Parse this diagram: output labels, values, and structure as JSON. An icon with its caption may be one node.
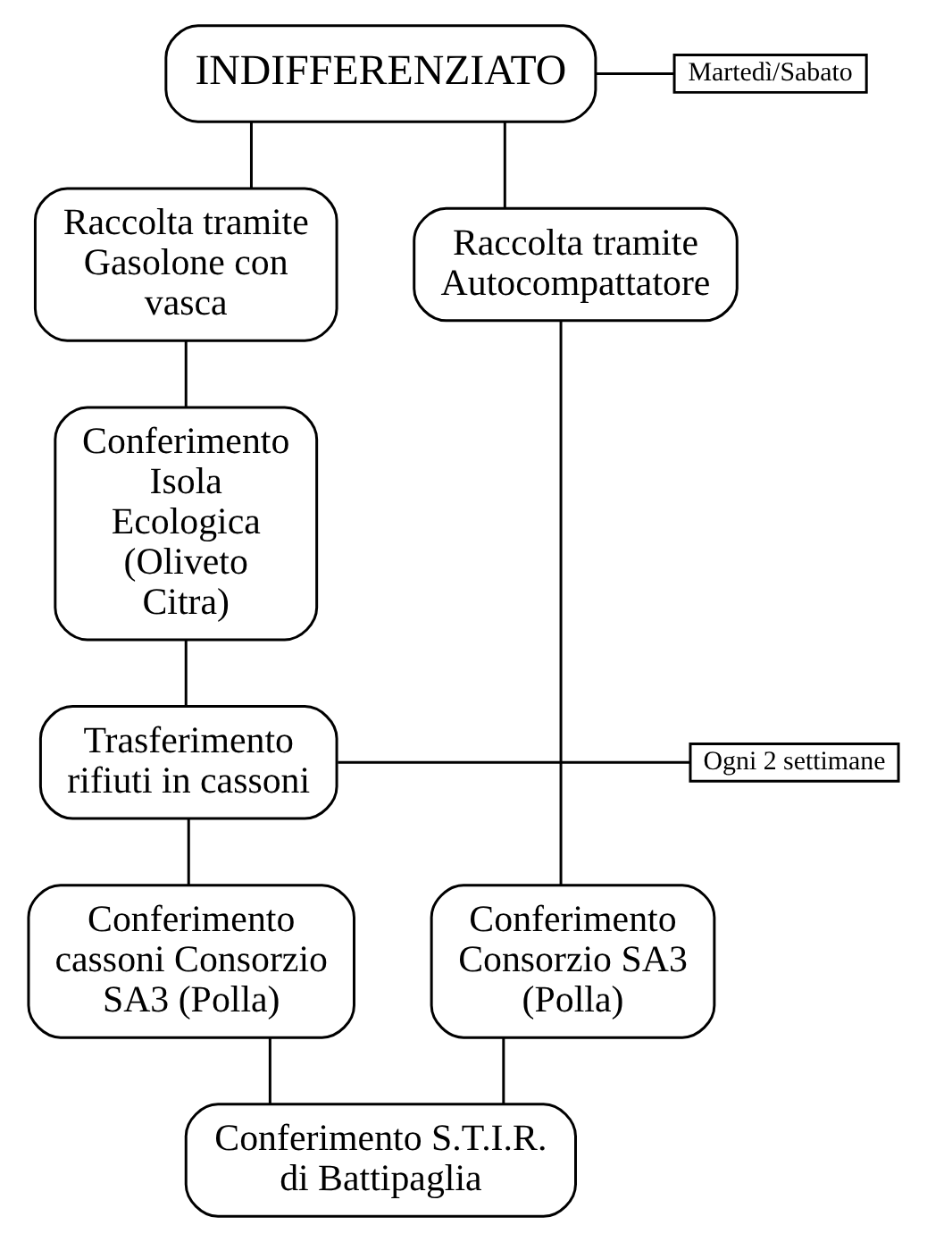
{
  "diagram": {
    "nodes": [
      {
        "text": [
          "INDIFFERENZIATO"
        ]
      },
      {
        "text": [
          "Martedì/Sabato"
        ]
      },
      {
        "text": [
          "Raccolta tramite Gasolone con vasca"
        ]
      },
      {
        "text": [
          "Raccolta tramite Autocompattatore"
        ]
      },
      {
        "text": [
          "Conferimento Isola Ecologica (Oliveto Citra)"
        ]
      },
      {
        "text": [
          "Trasferimento rifiuti in cassoni"
        ]
      },
      {
        "text": [
          "Ogni 2 settimane"
        ]
      },
      {
        "text": [
          "Conferimento cassoni Consorzio SA3 (Polla)"
        ]
      },
      {
        "text": [
          "Conferimento Consorzio SA3 (Polla)"
        ]
      },
      {
        "text": [
          "Conferimento S.T.I.R. di Battipaglia"
        ]
      }
    ],
    "edges": [
      {
        "from": 1,
        "to": 0,
        "arrow": "none"
      },
      {
        "from": 0,
        "to": 2,
        "arrow": "none"
      },
      {
        "from": 0,
        "to": 3,
        "arrow": "none"
      },
      {
        "from": 2,
        "to": 4,
        "arrow": "none"
      },
      {
        "from": 4,
        "to": 5,
        "arrow": "none"
      },
      {
        "from": 6,
        "to": 5,
        "arrow": "none"
      },
      {
        "from": 5,
        "to": 7,
        "arrow": "none"
      },
      {
        "from": 3,
        "to": 8,
        "arrow": "none"
      },
      {
        "from": 7,
        "to": 9,
        "arrow": "none"
      },
      {
        "from": 8,
        "to": 9,
        "arrow": "none"
      }
    ]
  }
}
